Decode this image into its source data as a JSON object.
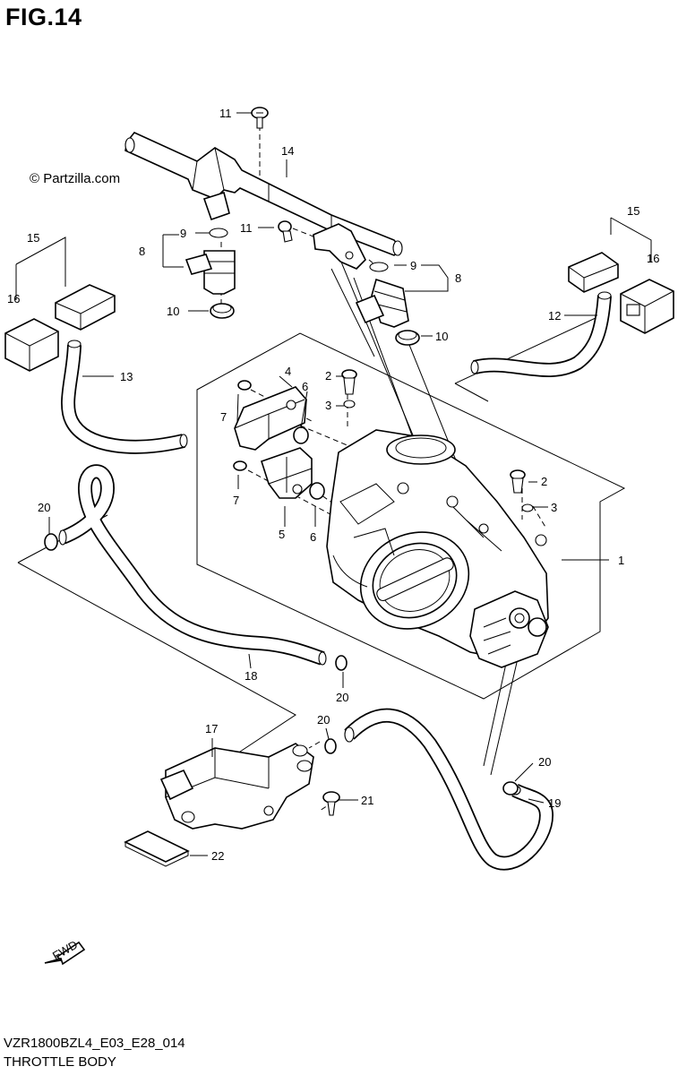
{
  "figure": {
    "title": "FIG.14",
    "copyright": "© Partzilla.com",
    "code": "VZR1800BZL4_E03_E28_014",
    "name": "THROTTLE BODY",
    "fwd_label": "FWD"
  },
  "callouts": {
    "c1": "1",
    "c2a": "2",
    "c2b": "2",
    "c3a": "3",
    "c3b": "3",
    "c4": "4",
    "c5": "5",
    "c6a": "6",
    "c6b": "6",
    "c7a": "7",
    "c7b": "7",
    "c8a": "8",
    "c8b": "8",
    "c9a": "9",
    "c9b": "9",
    "c10a": "10",
    "c10b": "10",
    "c11a": "11",
    "c11b": "11",
    "c12": "12",
    "c13": "13",
    "c14": "14",
    "c15a": "15",
    "c15b": "15",
    "c16a": "16",
    "c16b": "16",
    "c17": "17",
    "c18": "18",
    "c19": "19",
    "c20a": "20",
    "c20b": "20",
    "c20c": "20",
    "c20d": "20",
    "c21": "21",
    "c22": "22"
  }
}
